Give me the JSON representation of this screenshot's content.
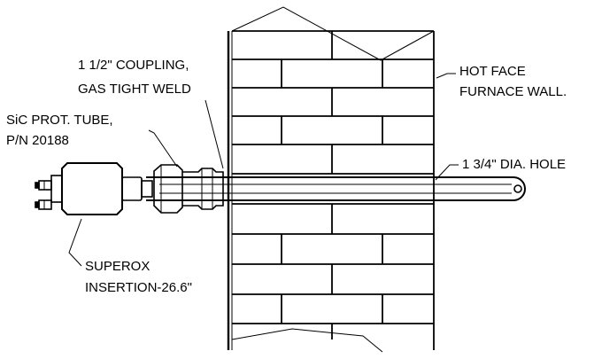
{
  "labels": {
    "coupling_line1": "1 1/2\" COUPLING,",
    "coupling_line2": "GAS TIGHT WELD",
    "tube_line1": "SiC PROT. TUBE,",
    "tube_line2": "P/N 20188",
    "hotface_line1": "HOT FACE",
    "hotface_line2": "FURNACE WALL.",
    "hole": "1 3/4\" DIA. HOLE",
    "superox_line1": "SUPEROX",
    "superox_line2": "INSERTION-26.6\""
  },
  "colors": {
    "line": "#000000",
    "background": "#ffffff"
  }
}
